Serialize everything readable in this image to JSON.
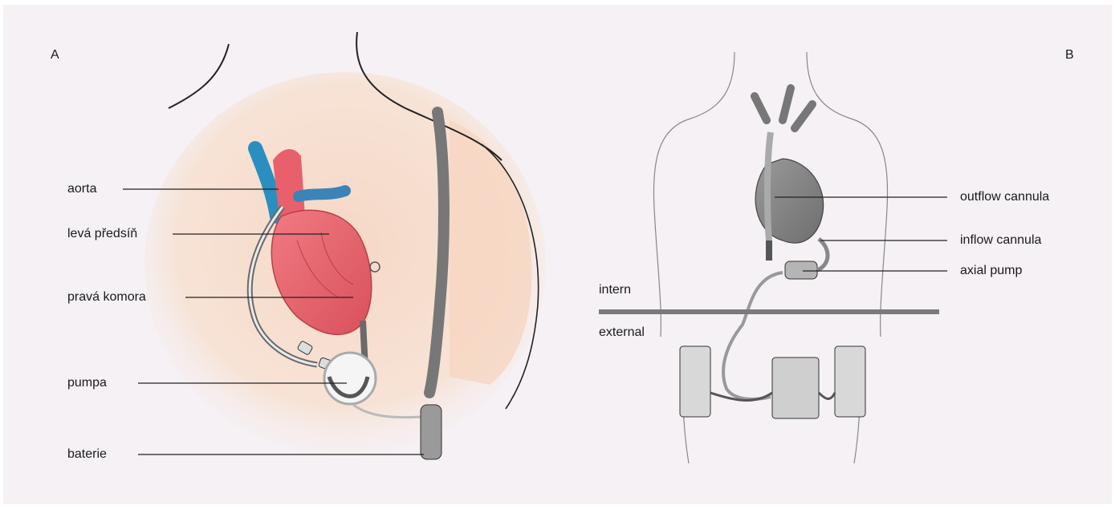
{
  "panel_a": {
    "letter": "A",
    "labels": [
      "aorta",
      "levá předsíň",
      "pravá komora",
      "pumpa",
      "baterie"
    ]
  },
  "panel_b": {
    "letter": "B",
    "labels": [
      "outflow cannula",
      "inflow cannula",
      "axial pump"
    ],
    "zone_top": "intern",
    "zone_bottom": "external"
  },
  "colors": {
    "background": "#f5f1f5",
    "skin": "#f3dccd",
    "heart": "#e8606b",
    "vessel_blue": "#2a8fc0",
    "device_gray": "#8a8a8a",
    "divider": "#7a7a7a"
  }
}
